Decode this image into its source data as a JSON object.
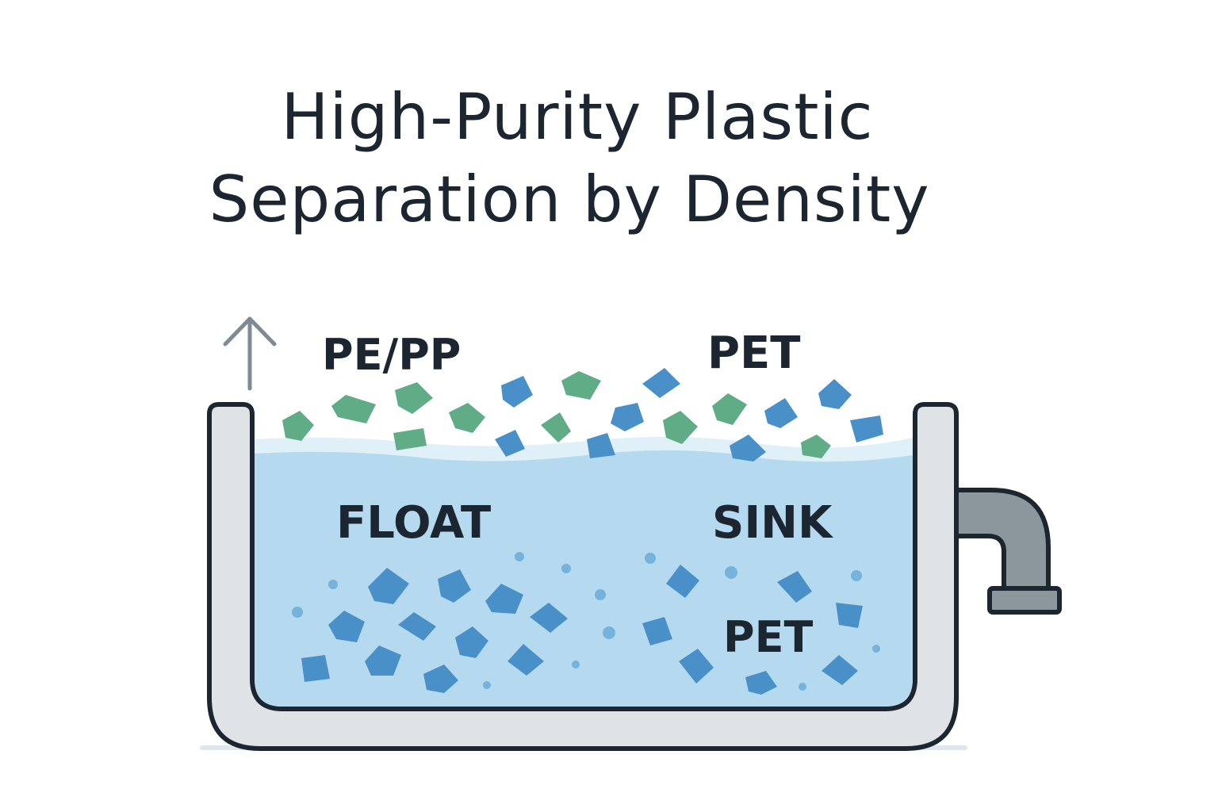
{
  "title": {
    "line1": "High-Purity Plastic",
    "line2": "Separation by Density"
  },
  "labels": {
    "top_left": "PE/PP",
    "top_right": "PET",
    "float": "FLOAT",
    "sink": "SINK",
    "bottom_right": "PET"
  },
  "colors": {
    "green_flake": "#5fac86",
    "blue_flake": "#4a90c8",
    "water": "#b5daef",
    "tank_wall": "#dfe3e6",
    "outline": "#1c2630",
    "pipe": "#8c969d",
    "arrow": "#7e8b94"
  },
  "icons": {
    "arrow": "up-arrow-icon",
    "pipe": "outlet-pipe-icon"
  }
}
